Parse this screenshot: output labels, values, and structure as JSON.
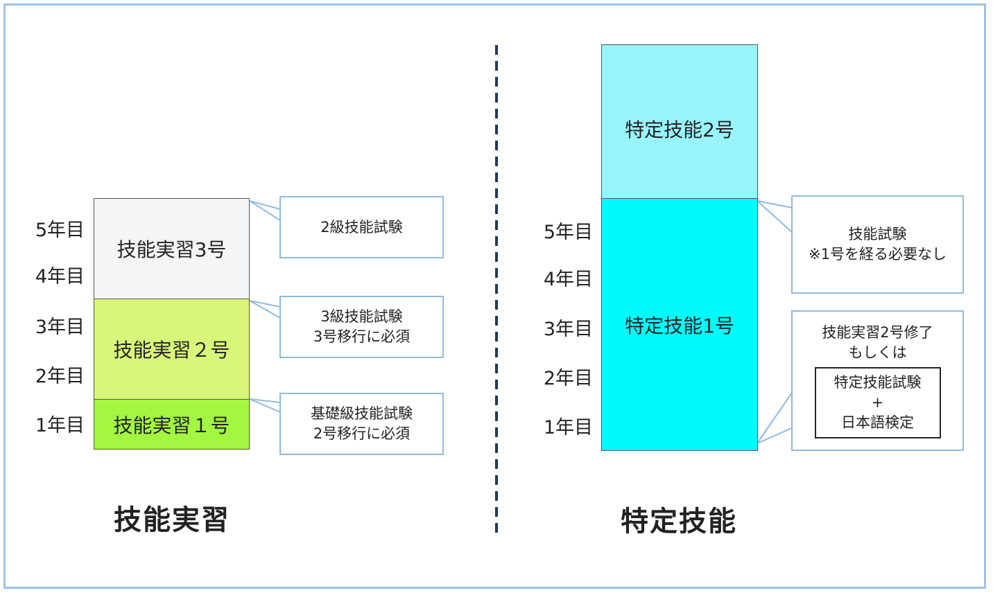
{
  "left": {
    "title": "技能実習",
    "years": [
      "5年目",
      "4年目",
      "3年目",
      "2年目",
      "1年目"
    ],
    "blocks": [
      {
        "label": "技能実習3号",
        "color": "#f4f5f7"
      },
      {
        "label": "技能実習２号",
        "color": "#d9f67a"
      },
      {
        "label": "技能実習１号",
        "color": "#a3f740"
      }
    ],
    "callouts": [
      {
        "lines": [
          "2級技能試験"
        ]
      },
      {
        "lines": [
          "3級技能試験",
          "3号移行に必須"
        ]
      },
      {
        "lines": [
          "基礎級技能試験",
          "2号移行に必須"
        ]
      }
    ]
  },
  "right": {
    "title": "特定技能",
    "years": [
      "5年目",
      "4年目",
      "3年目",
      "2年目",
      "1年目"
    ],
    "blocks": [
      {
        "label": "特定技能2号",
        "color": "#99f5fd"
      },
      {
        "label": "特定技能1号",
        "color": "#00fbfd"
      }
    ],
    "callouts": [
      {
        "lines": [
          "技能試験",
          "※1号を経る必要なし"
        ]
      },
      {
        "lines": [
          "技能実習2号修了",
          "もしくは"
        ],
        "boxed_lines": [
          "特定技能試験",
          "+",
          "日本語検定"
        ]
      }
    ]
  },
  "colors": {
    "frame": "#9dc3e6",
    "divider": "#1f3a5f",
    "callout_border": "#8fb9de"
  }
}
